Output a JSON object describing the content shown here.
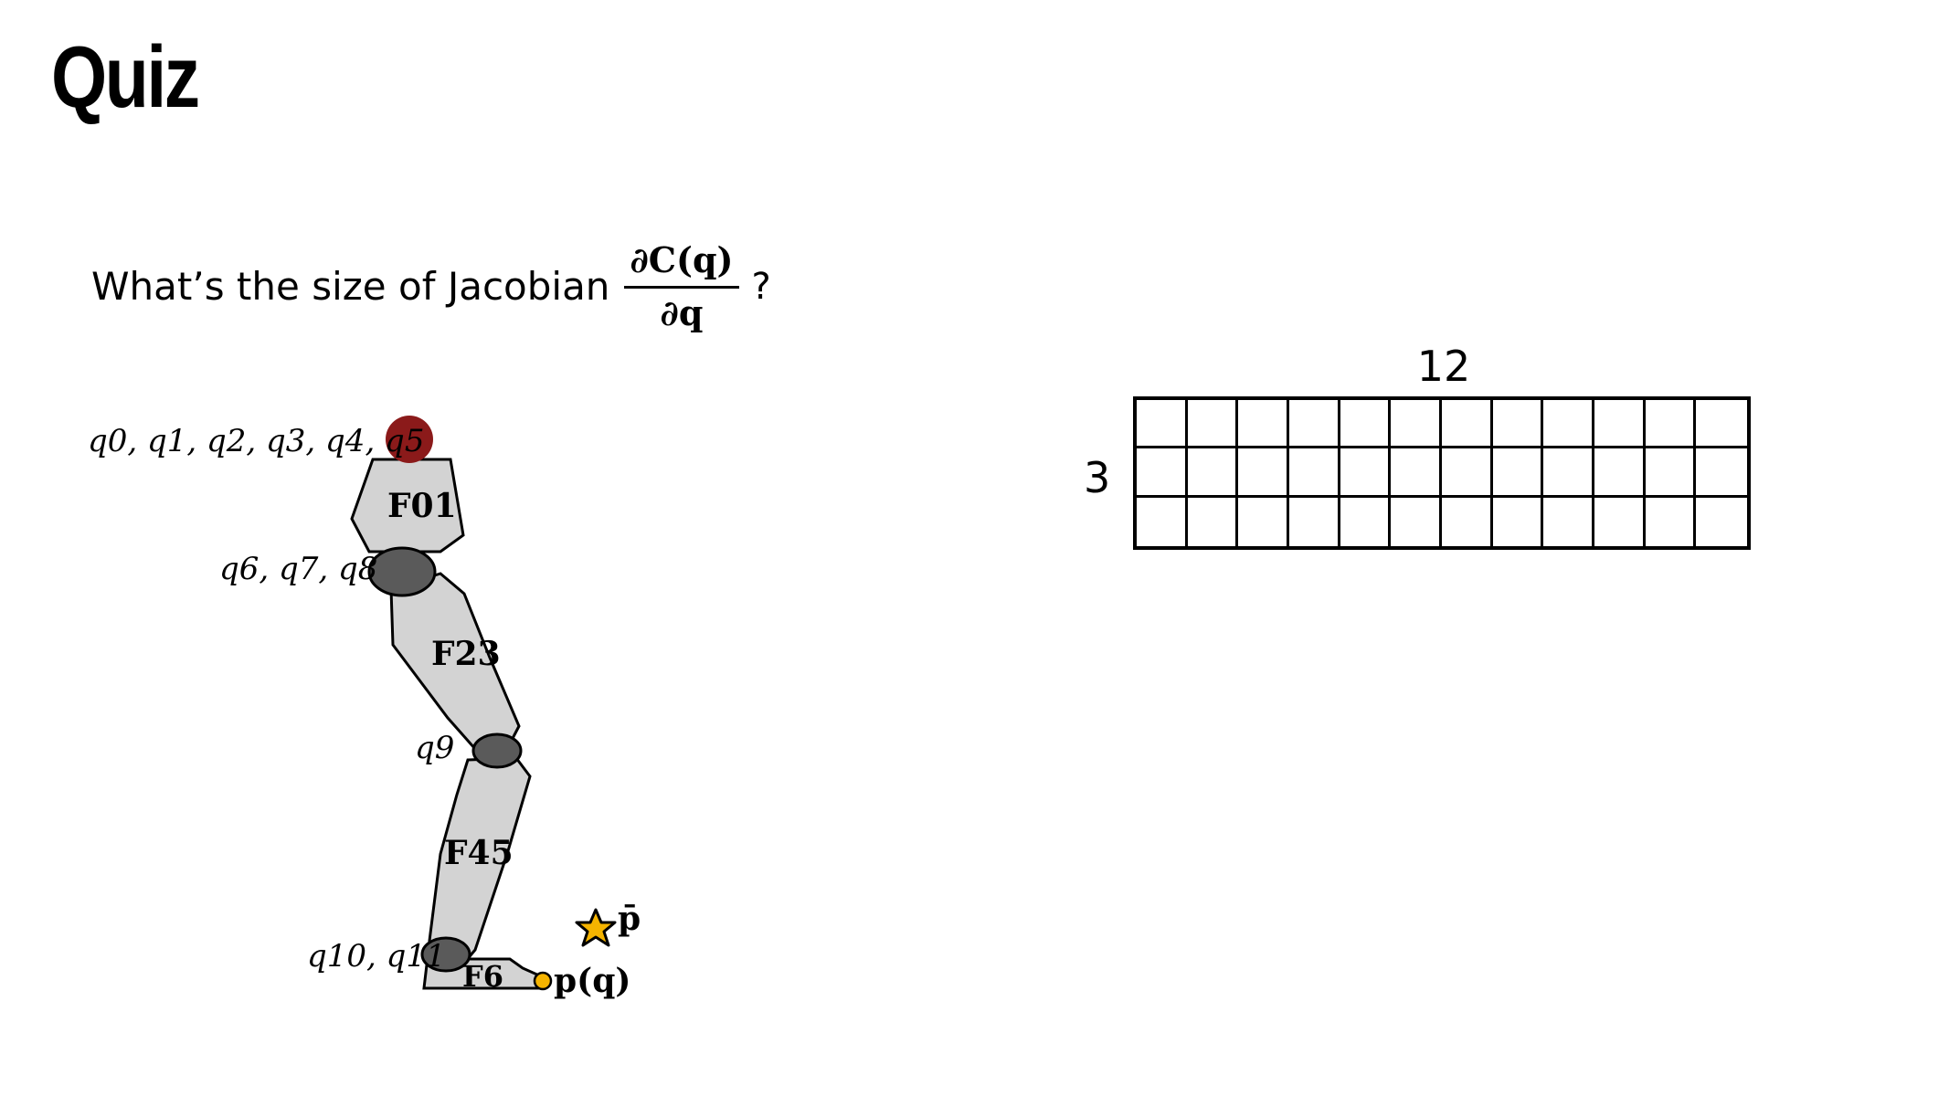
{
  "title": "Quiz",
  "question": {
    "prefix": "What’s the size of Jacobian",
    "fraction_numerator": "∂C(q)",
    "fraction_denominator": "∂q",
    "suffix": "?"
  },
  "diagram": {
    "labels": {
      "root_dofs": "q0, q1, q2, q3, q4, q5",
      "hip_dofs": "q6, q7, q8",
      "knee_dof": "q9",
      "ankle_dofs": "q10, q11",
      "target": "p̄",
      "end_effector": "p(q)"
    },
    "segments": {
      "pelvis": "F01",
      "thigh": "F23",
      "shin": "F45",
      "foot": "F6"
    },
    "colors": {
      "root_joint": "#8b1a1a",
      "joint": "#5a5a5a",
      "segment_fill": "#d3d3d3",
      "end_effector": "#f5b400",
      "target_star": "#f5b400"
    }
  },
  "matrix": {
    "rows": 3,
    "cols": 12,
    "rows_label": "3",
    "cols_label": "12"
  }
}
